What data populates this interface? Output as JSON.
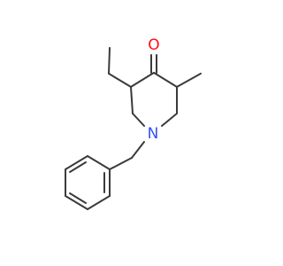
{
  "molecule": {
    "atoms": [
      {
        "id": "O",
        "symbol": "O",
        "color": "#ff0d0d"
      },
      {
        "id": "N",
        "symbol": "N",
        "color": "#3050f8"
      }
    ]
  }
}
